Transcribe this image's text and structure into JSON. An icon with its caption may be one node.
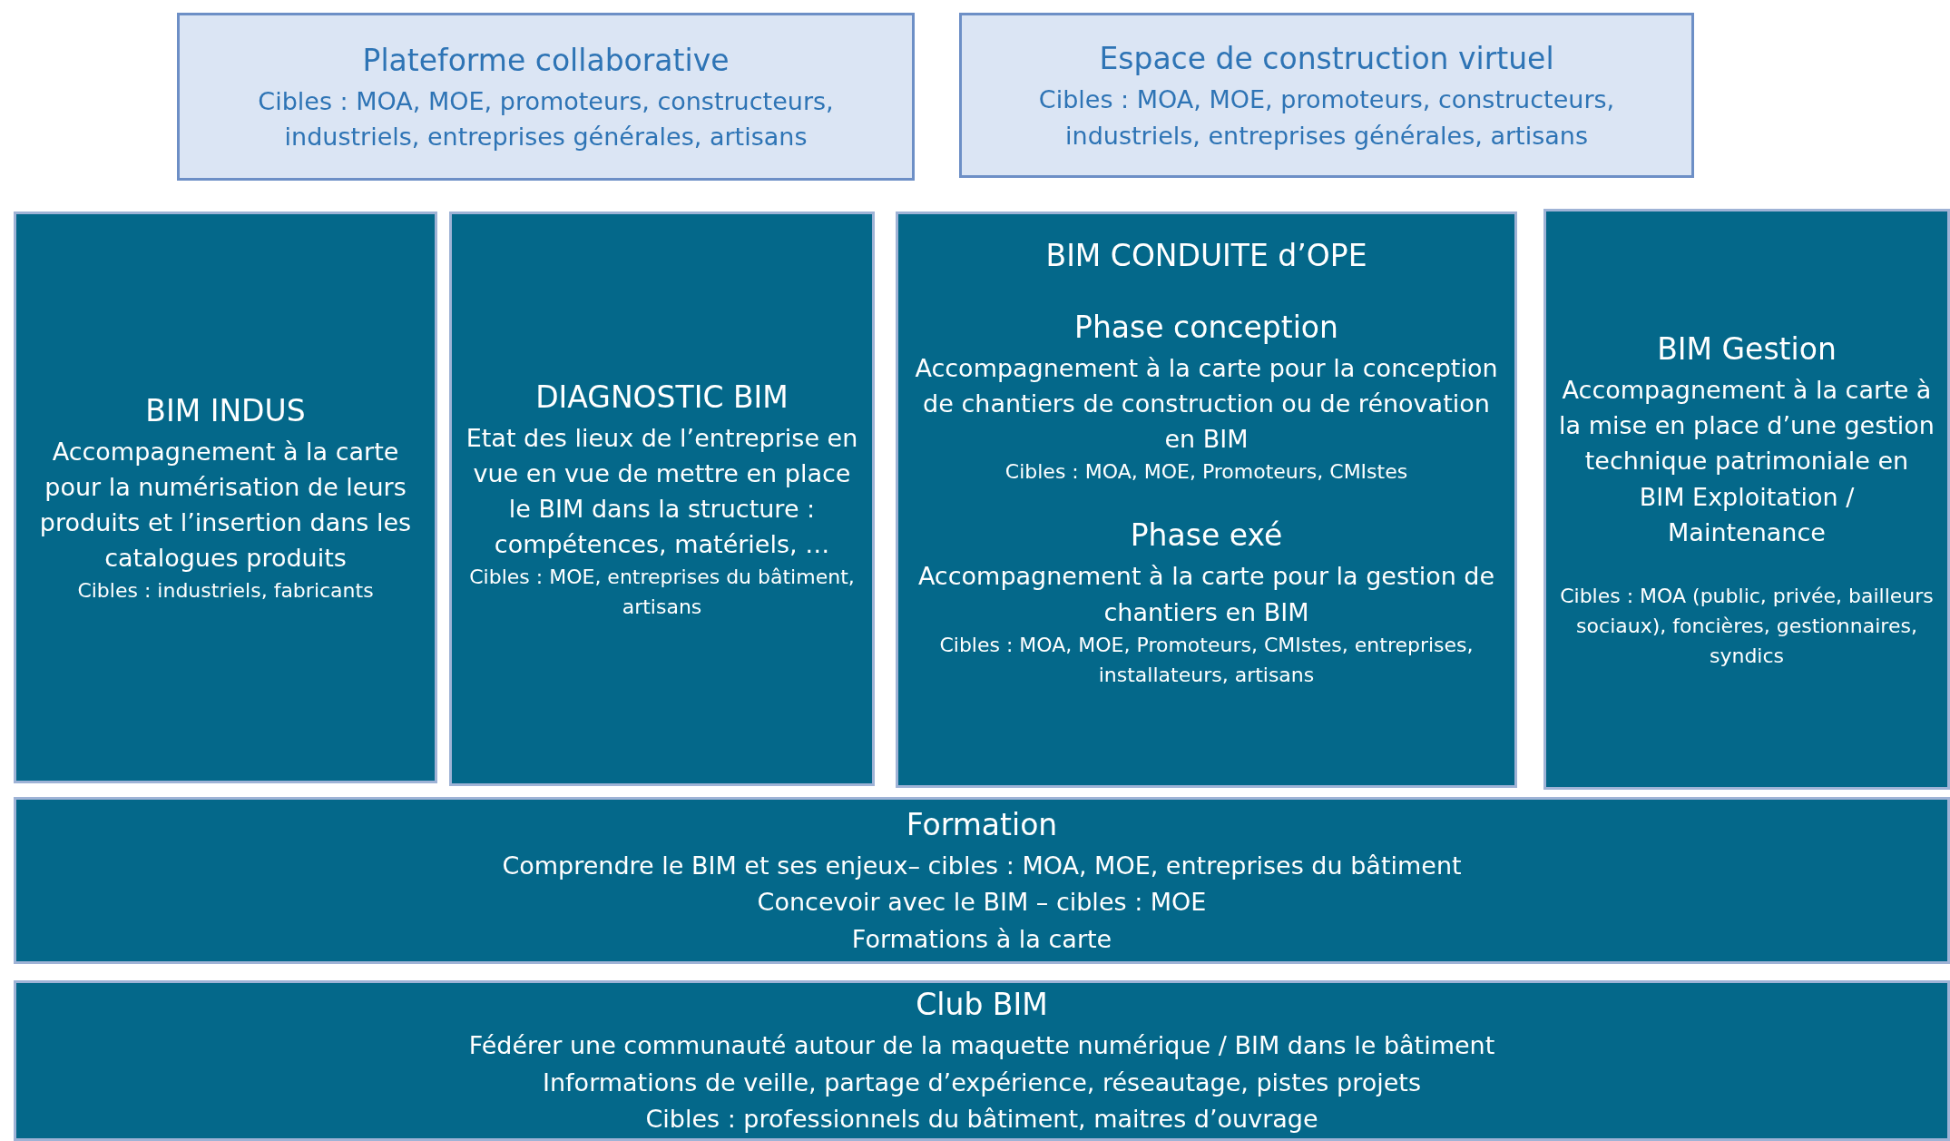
{
  "diagram": {
    "nodes": [
      {
        "text": [
          "Plateforme collaborative",
          "Cibles : MOA, MOE, promoteurs, constructeurs, industriels, entreprises générales, artisans"
        ]
      },
      {
        "text": [
          "Espace de construction virtuel",
          "Cibles : MOA, MOE, promoteurs, constructeurs, industriels, entreprises générales, artisans"
        ]
      },
      {
        "text": [
          "BIM INDUS",
          "Accompagnement à la carte pour la numérisation de leurs produits et l’insertion dans les catalogues produits",
          "Cibles : industriels, fabricants"
        ]
      },
      {
        "text": [
          "DIAGNOSTIC BIM",
          "Etat des lieux de l’entreprise en vue en vue de mettre en place le BIM dans la structure : compétences, matériels, …",
          "Cibles : MOE, entreprises du bâtiment, artisans"
        ]
      },
      {
        "text": [
          "BIM CONDUITE d’OPE",
          "Phase conception",
          "Accompagnement à la carte pour la conception de chantiers de construction ou de rénovation en BIM",
          "Cibles : MOA, MOE, Promoteurs, CMIstes",
          "Phase exé",
          "Accompagnement à la carte pour la gestion de chantiers en BIM",
          "Cibles : MOA, MOE, Promoteurs, CMIstes, entreprises, installateurs, artisans"
        ]
      },
      {
        "text": [
          "BIM Gestion",
          "Accompagnement à la carte à la mise en place d’une gestion technique patrimoniale en BIM Exploitation / Maintenance",
          "Cibles : MOA (public, privée, bailleurs sociaux), foncières, gestionnaires, syndics"
        ]
      },
      {
        "text": [
          "Formation",
          "Comprendre le BIM et ses enjeux– cibles : MOA, MOE, entreprises du bâtiment",
          "Concevoir avec le BIM – cibles : MOE",
          "Formations à la carte"
        ]
      },
      {
        "text": [
          "Club BIM",
          "Fédérer une communauté autour de la maquette numérique / BIM dans le bâtiment",
          "Informations de veille, partage d’expérience, réseautage, pistes projets",
          "Cibles : professionnels du bâtiment, maitres d’ouvrage"
        ]
      }
    ]
  }
}
